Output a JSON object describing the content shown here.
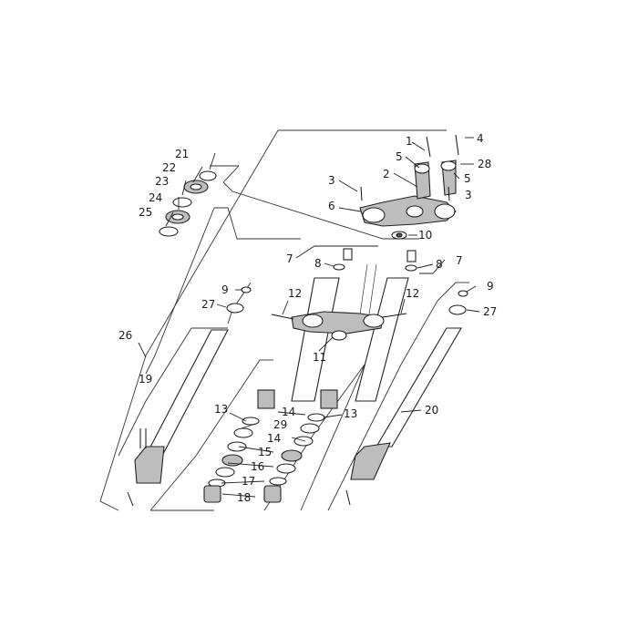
{
  "diagram": {
    "callouts": {
      "c1": "1",
      "c2": "2",
      "c3a": "3",
      "c3b": "3",
      "c4": "4",
      "c5a": "5",
      "c5b": "5",
      "c6": "6",
      "c7a": "7",
      "c7b": "7",
      "c8a": "8",
      "c8b": "8",
      "c9a": "9",
      "c9b": "9",
      "c10": "10",
      "c11": "11",
      "c12a": "12",
      "c12b": "12",
      "c13a": "13",
      "c13b": "13",
      "c14a": "14",
      "c14b": "14",
      "c15": "15",
      "c16": "16",
      "c17": "17",
      "c18": "18",
      "c19": "19",
      "c20": "20",
      "c21": "21",
      "c22": "22",
      "c23": "23",
      "c24": "24",
      "c25": "25",
      "c26": "26",
      "c27a": "27",
      "c27b": "27",
      "c28": "28",
      "c29": "29"
    }
  }
}
